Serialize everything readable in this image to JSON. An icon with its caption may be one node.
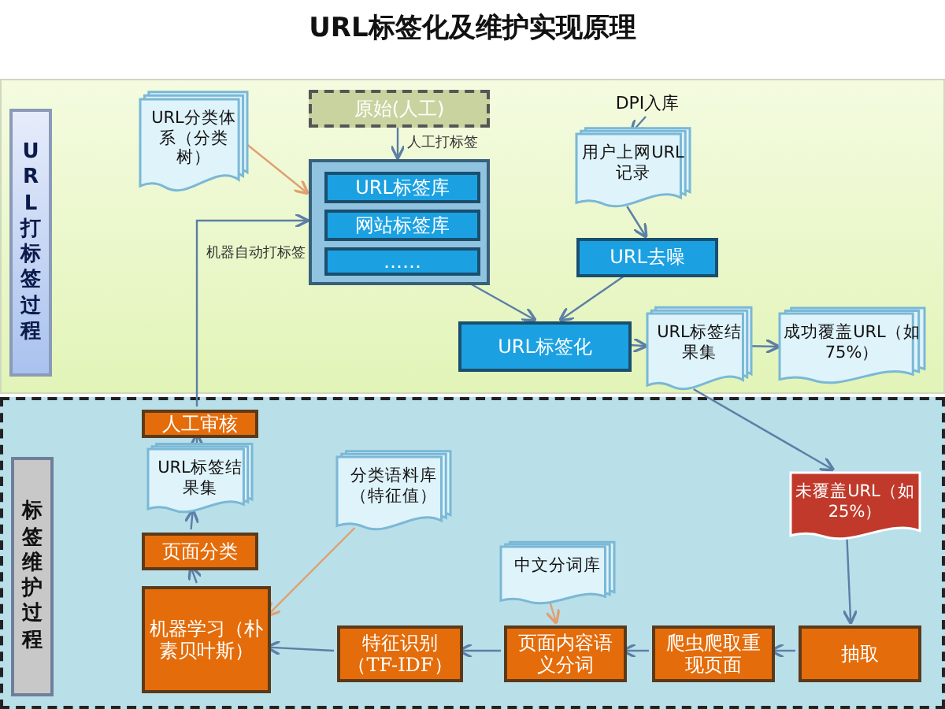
{
  "diagram": {
    "title": "URL标签化及维护实现原理",
    "nodes": [
      {
        "text": [],
        "shape": "box"
      },
      {
        "text": [
          "URL打标签过程"
        ],
        "in": 0
      },
      {
        "text": [
          "URL分类体系（分类树）"
        ],
        "in": 0
      },
      {
        "text": [
          "原始(人工)"
        ],
        "in": 0
      },
      {
        "text": [
          "DPI入库"
        ],
        "in": 0
      },
      {
        "text": [],
        "shape": "box",
        "in": 0
      },
      {
        "text": [
          "URL标签库"
        ],
        "in": 5
      },
      {
        "text": [
          "网站标签库"
        ],
        "in": 5
      },
      {
        "text": [
          "……"
        ],
        "in": 5
      },
      {
        "text": [
          "用户上网URL记录"
        ],
        "in": 0
      },
      {
        "text": [
          "URL去噪"
        ],
        "in": 0
      },
      {
        "text": [
          "URL标签化"
        ],
        "in": 0
      },
      {
        "text": [
          "URL标签结果集"
        ],
        "in": 0
      },
      {
        "text": [
          "成功覆盖URL（如75%）"
        ],
        "in": 0
      },
      {
        "text": [],
        "shape": "box"
      },
      {
        "text": [
          "标签维护过程"
        ],
        "in": 14
      },
      {
        "text": [
          "人工审核"
        ],
        "in": 14
      },
      {
        "text": [
          "URL标签结果集"
        ],
        "in": 14
      },
      {
        "text": [
          "页面分类"
        ],
        "in": 14
      },
      {
        "text": [
          "分类语料库（特征值）"
        ],
        "in": 14
      },
      {
        "text": [
          "中文分词库"
        ],
        "in": 14
      },
      {
        "text": [
          "未覆盖URL（如25%）"
        ],
        "in": 14
      },
      {
        "text": [
          "机器学习（朴素贝叶斯）"
        ],
        "in": 14
      },
      {
        "text": [
          "特征识别（TF-IDF）"
        ],
        "in": 14
      },
      {
        "text": [
          "页面内容语义分词"
        ],
        "in": 14
      },
      {
        "text": [
          "爬虫爬取重现页面"
        ],
        "in": 14
      },
      {
        "text": [
          "抽取"
        ],
        "in": 14
      }
    ],
    "edges": [
      {
        "from": 2,
        "to": 5,
        "arrow": "to",
        "color": "#e0a070"
      },
      {
        "from": 3,
        "to": 5,
        "arrow": "to",
        "label": "人工打标签"
      },
      {
        "from": 4,
        "to": 9,
        "arrow": "to"
      },
      {
        "from": 9,
        "to": 10,
        "arrow": "to"
      },
      {
        "from": 5,
        "to": 11,
        "arrow": "to"
      },
      {
        "from": 10,
        "to": 11,
        "arrow": "to"
      },
      {
        "from": 11,
        "to": 12,
        "arrow": "to"
      },
      {
        "from": 12,
        "to": 13,
        "arrow": "to"
      },
      {
        "from": 12,
        "to": 21,
        "arrow": "to"
      },
      {
        "from": 21,
        "to": 26,
        "arrow": "to"
      },
      {
        "from": 26,
        "to": 25,
        "arrow": "to"
      },
      {
        "from": 25,
        "to": 24,
        "arrow": "to"
      },
      {
        "from": 20,
        "to": 24,
        "arrow": "to",
        "color": "#e0a070"
      },
      {
        "from": 24,
        "to": 23,
        "arrow": "to"
      },
      {
        "from": 23,
        "to": 22,
        "arrow": "to"
      },
      {
        "from": 19,
        "to": 22,
        "arrow": "to",
        "color": "#e0a070"
      },
      {
        "from": 22,
        "to": 18,
        "arrow": "to"
      },
      {
        "from": 18,
        "to": 17,
        "arrow": "to"
      },
      {
        "from": 17,
        "to": 16,
        "arrow": "to"
      },
      {
        "from": 16,
        "to": 5,
        "arrow": "to",
        "label": "机器自动打标签"
      }
    ]
  }
}
